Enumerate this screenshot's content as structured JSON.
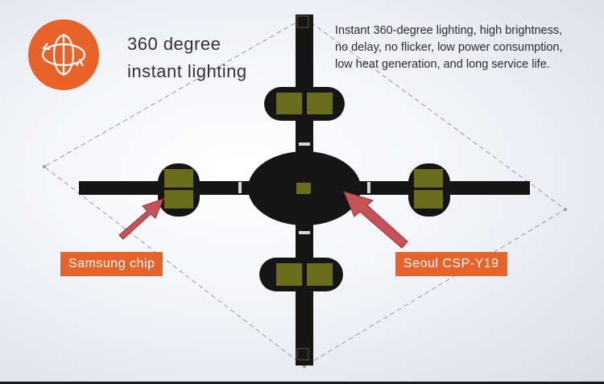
{
  "feature": {
    "icon": "rotation-360-icon",
    "title_line1": "360 degree",
    "title_line2": "instant lighting",
    "description": "Instant 360-degree lighting, high brightness,\nno delay, no flicker, low power consumption,\nlow heat generation, and long service life."
  },
  "callouts": {
    "samsung": "Samsung chip",
    "seoul": "Seoul CSP-Y19"
  },
  "colors": {
    "accent": "#e8632a",
    "board": "#151515",
    "chip": "#6b6b1c",
    "arrow": "#c9515a"
  }
}
